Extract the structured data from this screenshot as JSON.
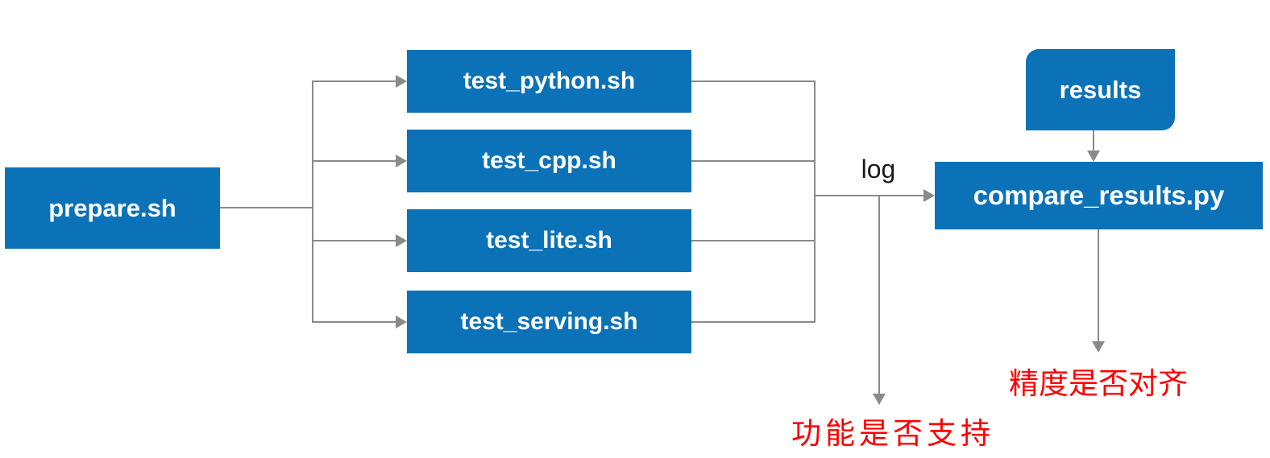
{
  "nodes": {
    "prepare": {
      "label": "prepare.sh"
    },
    "test_python": {
      "label": "test_python.sh"
    },
    "test_cpp": {
      "label": "test_cpp.sh"
    },
    "test_lite": {
      "label": "test_lite.sh"
    },
    "test_serving": {
      "label": "test_serving.sh"
    },
    "results": {
      "label": "results"
    },
    "compare": {
      "label": "compare_results.py"
    }
  },
  "edge_labels": {
    "log": "log"
  },
  "outcomes": {
    "function_support": "功能是否支持",
    "precision_aligned": "精度是否对齐"
  },
  "colors": {
    "node_fill": "#0c72b8",
    "node_text": "#ffffff",
    "connector": "#8a8a8a",
    "outcome_text": "#ff0000",
    "edge_label_text": "#1a1a1a",
    "background": "#ffffff"
  }
}
